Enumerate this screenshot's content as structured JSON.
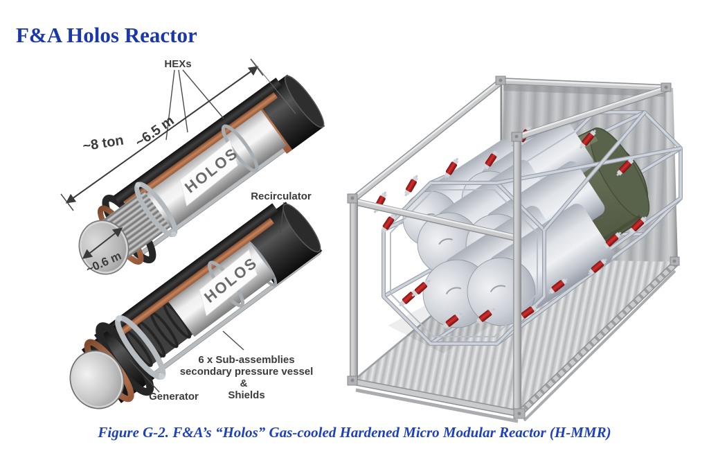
{
  "title": {
    "text": "F&A Holos Reactor"
  },
  "caption": {
    "text": "Figure G-2.  F&A’s “Holos” Gas-cooled Hardened Micro Modular Reactor (H-MMR)"
  },
  "cutaway": {
    "brand": "HOLOS",
    "hexs": "HEXs",
    "weight": "~8 ton",
    "length": "~6.5 m",
    "diameter": "~0.6 m",
    "recirculator": "Recirculator",
    "generator": "Generator",
    "sub_line1": "6 x Sub-assemblies",
    "sub_line2": "secondary pressure vessel",
    "sub_line3": "&",
    "sub_line4": "Shields"
  },
  "colors": {
    "title_blue": "#1a38ab",
    "caption_blue": "#1d40bd",
    "label_gray": "#3b3b3b",
    "copper": "#b5714c",
    "shell_black": "#232323",
    "container_gray": "#c2c4c7",
    "vessel_green": "#5d654e",
    "damper_red": "#b51f1f"
  }
}
